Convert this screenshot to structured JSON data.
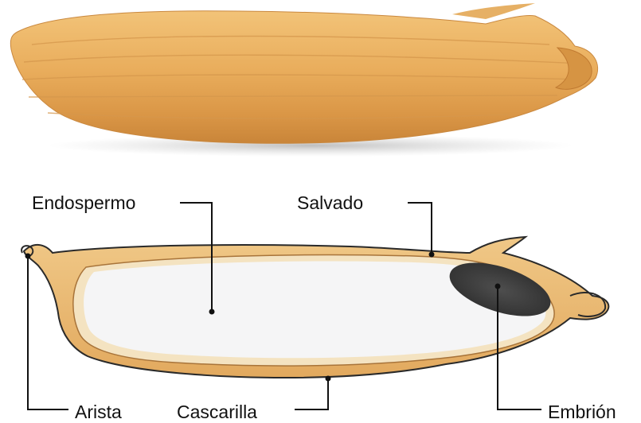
{
  "diagram": {
    "labels": {
      "endosperm": "Endospermo",
      "bran": "Salvado",
      "awn": "Arista",
      "husk": "Cascarilla",
      "embryo": "Embrión"
    }
  }
}
